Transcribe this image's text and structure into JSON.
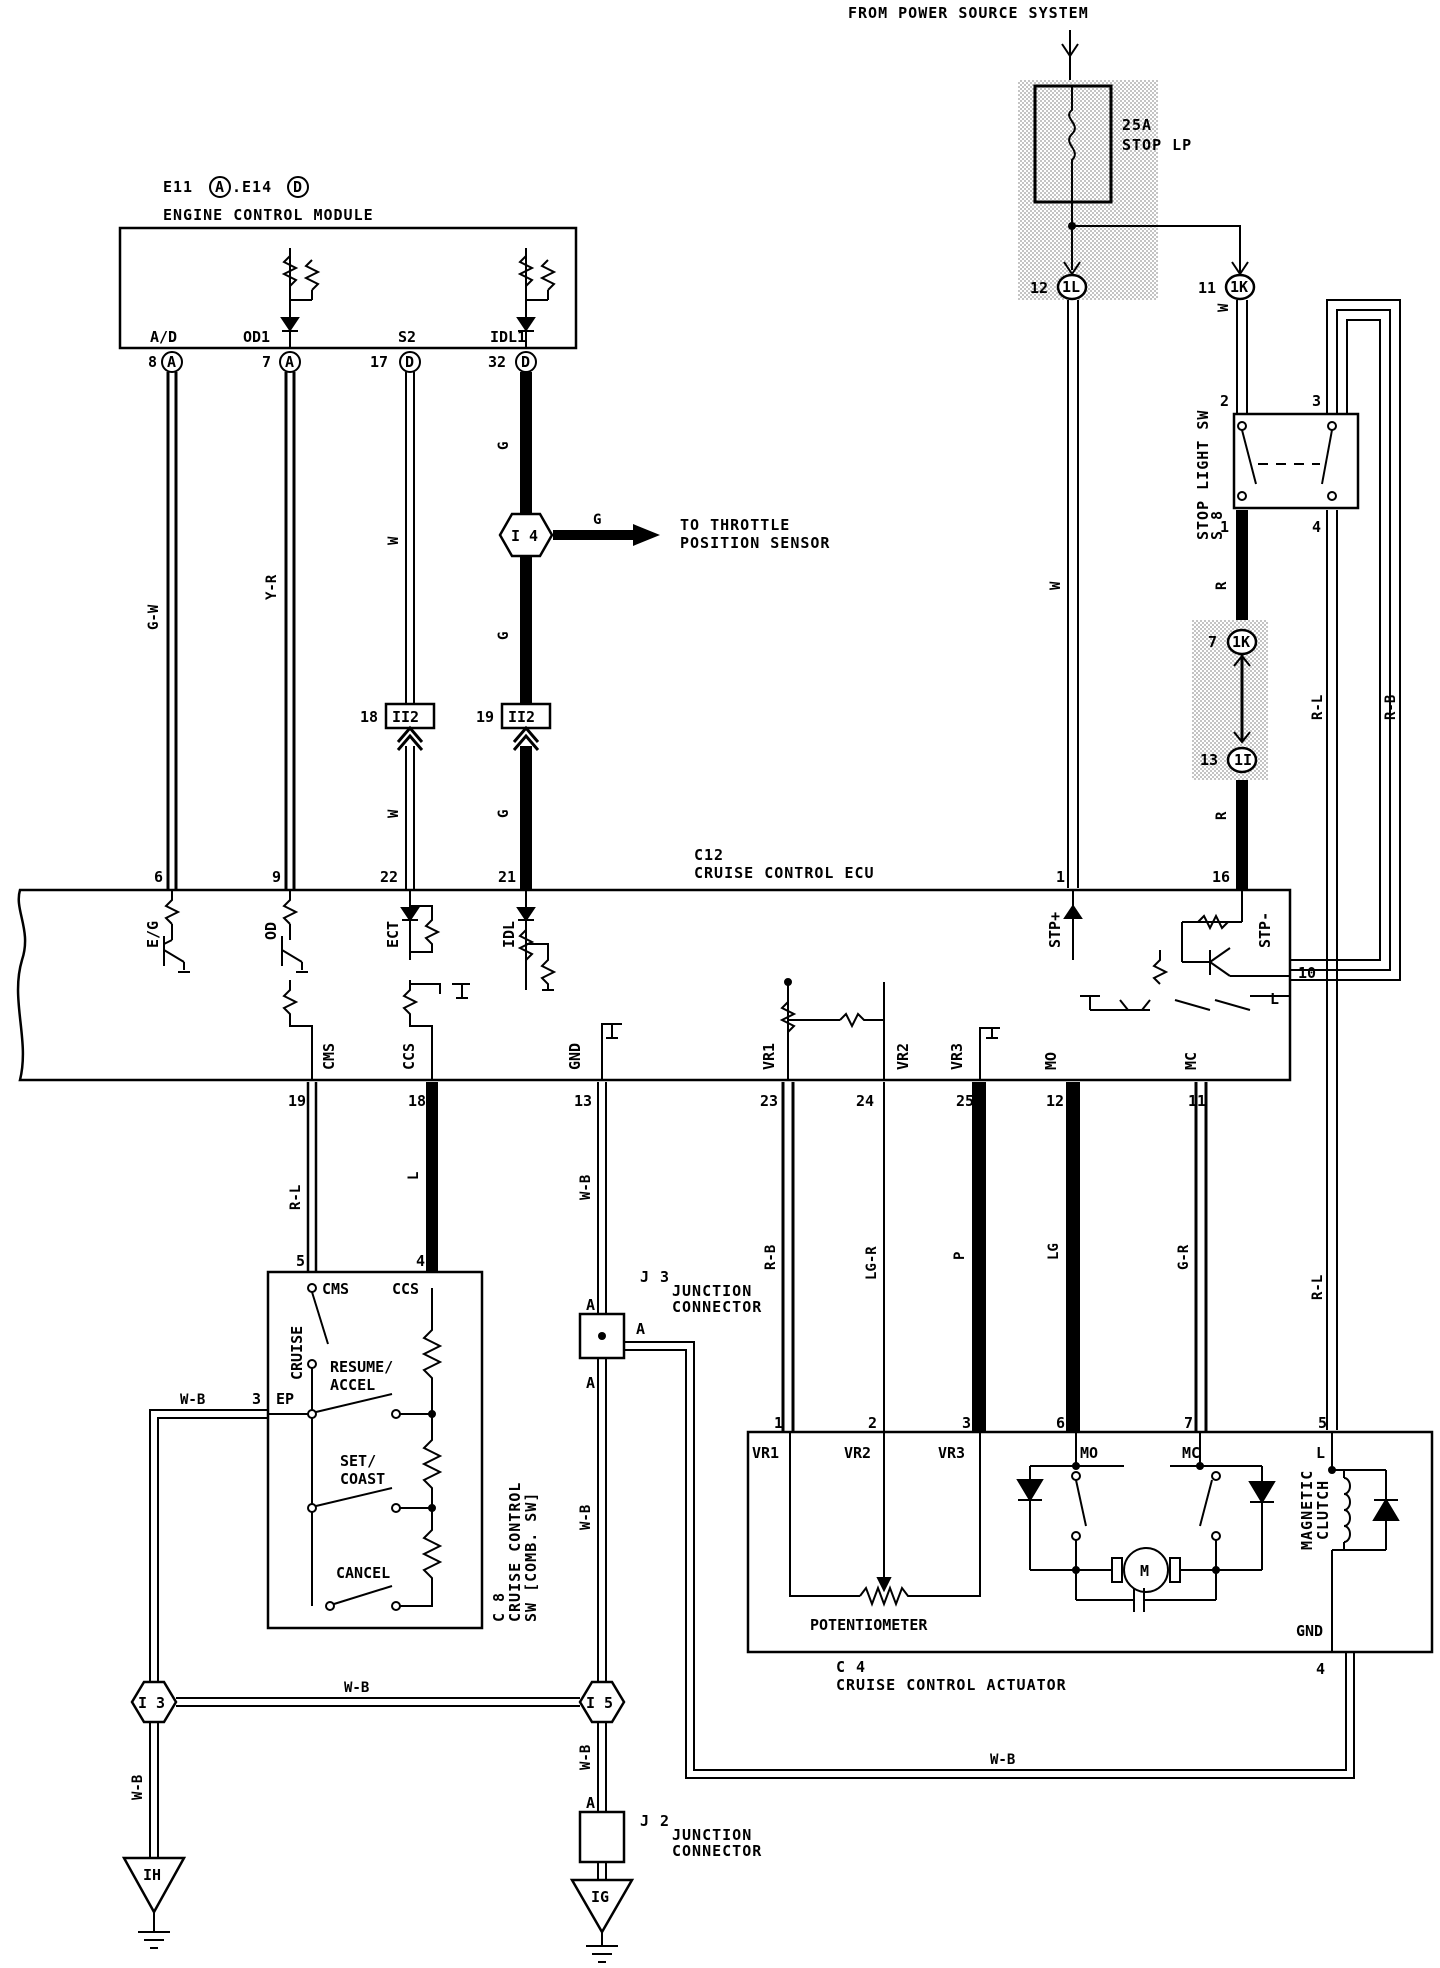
{
  "header": {
    "power_source": "FROM POWER SOURCE SYSTEM",
    "fuse_amp": "25A",
    "fuse_name": "STOP LP"
  },
  "ecm": {
    "ref_prefix": "E11",
    "ref_a": "A",
    "ref_sep": ".E14",
    "ref_d": "D",
    "title": "ENGINE CONTROL MODULE",
    "terminals": [
      {
        "name": "A/D",
        "pin": "8",
        "conn": "A",
        "wire": "G-W"
      },
      {
        "name": "OD1",
        "pin": "7",
        "conn": "A",
        "wire": "Y-R"
      },
      {
        "name": "S2",
        "pin": "17",
        "conn": "D",
        "wire": "W"
      },
      {
        "name": "IDL1",
        "pin": "32",
        "conn": "D",
        "wire": "G"
      }
    ]
  },
  "connectors": {
    "i4": "I 4",
    "i4_wire": "G",
    "throttle_line1": "TO THROTTLE",
    "throttle_line2": "POSITION SENSOR",
    "ii2": "II2",
    "ii2_pin_a": "18",
    "ii2_pin_b": "19",
    "w_lower": "W",
    "g_lower": "G",
    "g_mid": "G",
    "fuse_out_1": {
      "pin": "12",
      "conn": "1L"
    },
    "fuse_out_2": {
      "pin": "11",
      "conn": "1K"
    },
    "k1": {
      "pin": "7",
      "conn": "1K"
    },
    "i1": {
      "pin": "13",
      "conn": "1I"
    },
    "stp_wire_w": "W",
    "stop_feed_w": "W"
  },
  "stop_switch": {
    "ref": "S 8",
    "name": "STOP LIGHT SW",
    "pins": [
      "2",
      "3",
      "1",
      "4"
    ],
    "wire_r_top": "R",
    "wire_r_bot": "R",
    "wire_rl": "R-L",
    "wire_rb": "R-B"
  },
  "ecu": {
    "ref": "C12",
    "title": "CRUISE CONTROL ECU",
    "top_pins": [
      "6",
      "9",
      "22",
      "21",
      "1",
      "16"
    ],
    "inner_top": [
      "E/G",
      "OD",
      "ECT",
      "IDL",
      "STP+",
      "STP-"
    ],
    "pin_10": "10",
    "pin_l": "L",
    "bottom_names": [
      "CMS",
      "CCS",
      "GND",
      "VR1",
      "VR2",
      "VR3",
      "MO",
      "MC"
    ],
    "bottom_pins": [
      "19",
      "18",
      "13",
      "23",
      "24",
      "25",
      "12",
      "11"
    ]
  },
  "bottom_wires": {
    "cms": "R-L",
    "ccs": "L",
    "gnd": "W-B",
    "vr1": "R-B",
    "vr2": "LG-R",
    "vr3": "P",
    "mo": "LG",
    "mc": "G-R",
    "clutch": "R-L"
  },
  "cruise_switch": {
    "ref": "C 8",
    "name1": "CRUISE CONTROL",
    "name2": "SW [COMB. SW]",
    "pin_5": "5",
    "pin_4": "4",
    "pin_3": "3",
    "cms": "CMS",
    "ccs": "CCS",
    "ep": "EP",
    "cruise": "CRUISE",
    "resume1": "RESUME/",
    "resume2": "ACCEL",
    "set1": "SET/",
    "set2": "COAST",
    "cancel": "CANCEL",
    "ep_wire": "W-B"
  },
  "j3": {
    "ref": "J 3",
    "name1": "JUNCTION",
    "name2": "CONNECTOR",
    "a1": "A",
    "a2": "A",
    "a3": "A",
    "wire_down": "W-B"
  },
  "j2": {
    "ref": "J 2",
    "name1": "JUNCTION",
    "name2": "CONNECTOR",
    "a": "A",
    "wire_up": "W-B"
  },
  "actuator": {
    "ref": "C 4",
    "title": "CRUISE CONTROL ACTUATOR",
    "terms": [
      "VR1",
      "VR2",
      "VR3",
      "MO",
      "MC",
      "L",
      "GND"
    ],
    "pins": [
      "1",
      "2",
      "3",
      "6",
      "7",
      "5",
      "4"
    ],
    "pot": "POTENTIOMETER",
    "motor": "M",
    "clutch1": "MAGNETIC",
    "clutch2": "CLUTCH"
  },
  "grounds": {
    "i3": "I 3",
    "i5": "I 5",
    "ih": "IH",
    "ig": "IG",
    "i3_i5_wire": "W-B",
    "ih_wire": "W-B",
    "i5_wire": "W-B",
    "bottom_wire": "W-B"
  }
}
